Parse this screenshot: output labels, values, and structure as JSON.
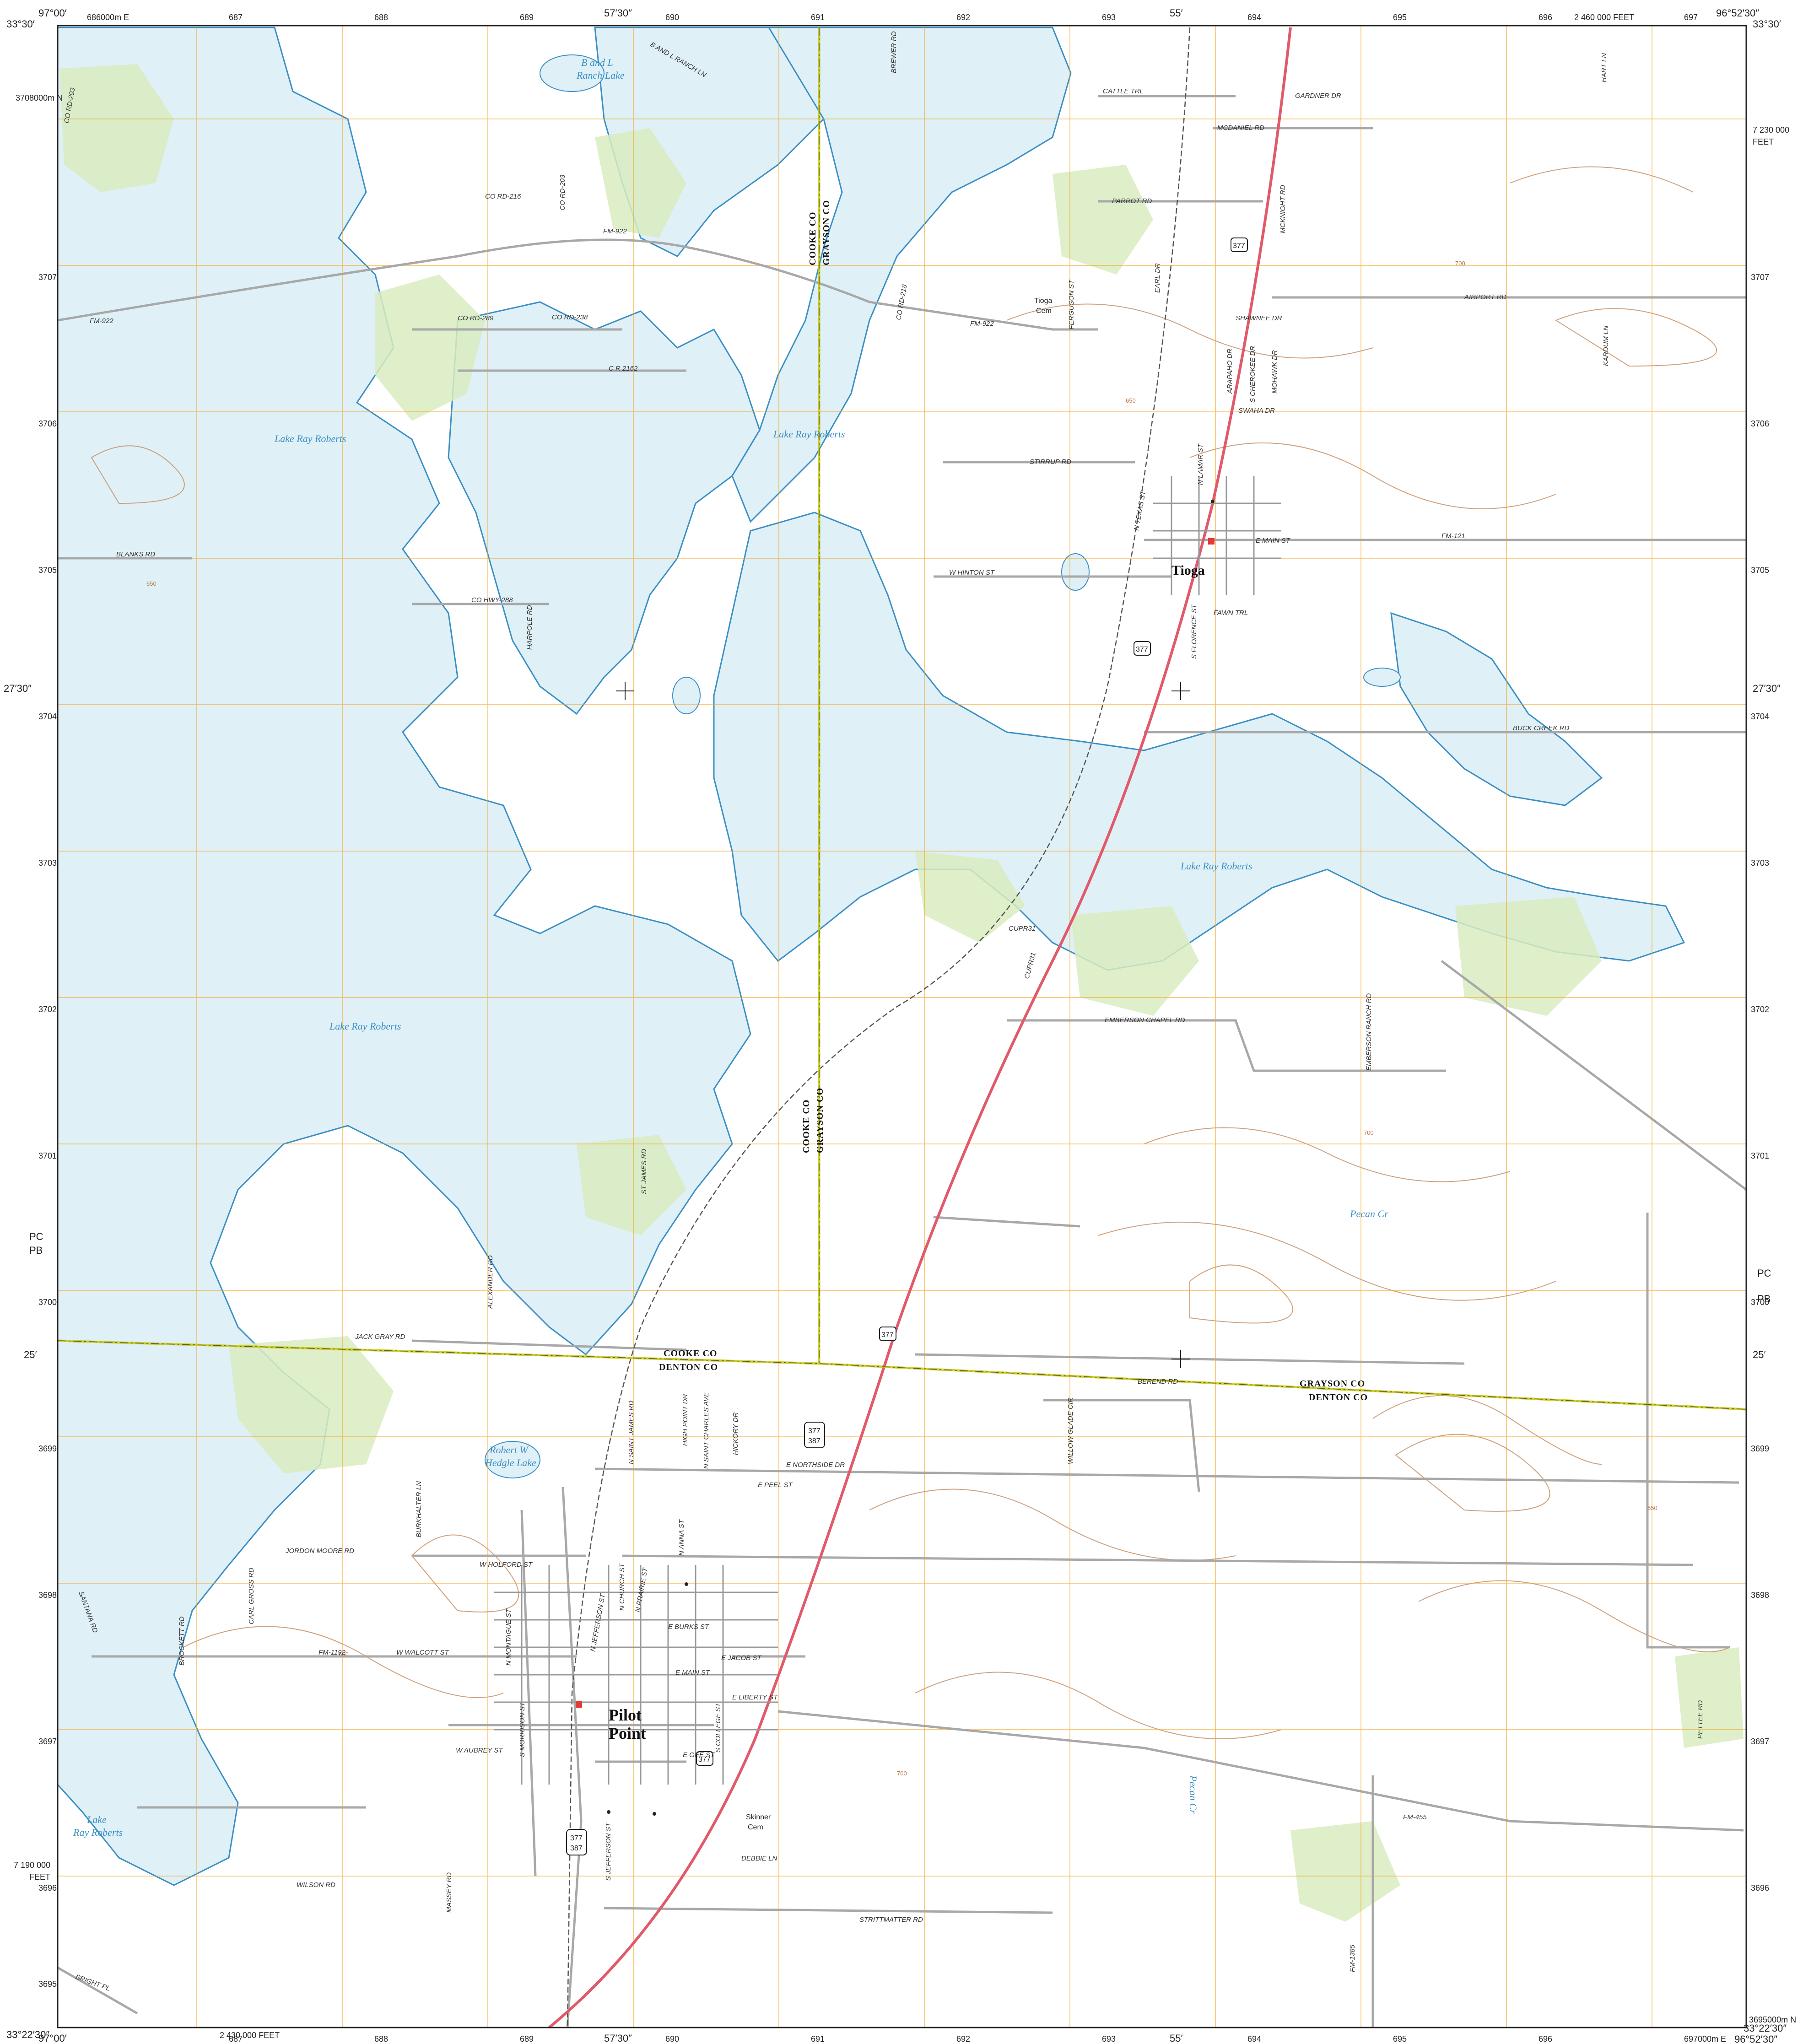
{
  "corners": {
    "top_left_lat": "33°30′",
    "top_left_lon": "97°00′",
    "top_right_lat": "33°30′",
    "top_right_lon": "96°52′30″",
    "bottom_left_lat": "33°22′30″",
    "bottom_left_lon": "97°00′",
    "bottom_right_lat": "33°22′30″",
    "bottom_right_lon": "96°52′30″",
    "mid_lon": "57′30″",
    "lon_55": "55′",
    "mid_lat": "27′30″",
    "lat_25": "25′"
  },
  "grid": {
    "top_easting_first": "686000m E",
    "top_eastings": [
      "687",
      "688",
      "689",
      "690",
      "691",
      "692",
      "693",
      "694",
      "695",
      "696",
      "697"
    ],
    "bottom_eastings": [
      "687",
      "688",
      "689",
      "690",
      "691",
      "692",
      "693",
      "694",
      "695",
      "696",
      "697000m E"
    ],
    "left_northings_first": "3708000m N",
    "left_northings": [
      "3707",
      "3706",
      "3705",
      "3704",
      "3703",
      "3702",
      "3701",
      "3700",
      "3699",
      "3698",
      "3697",
      "3696",
      "3695"
    ],
    "right_northings": [
      "3707",
      "3706",
      "3705",
      "3704",
      "3703",
      "3702",
      "3701",
      "3700",
      "3699",
      "3698",
      "3697",
      "3696"
    ],
    "bottom_right_northing": "3695000m N"
  },
  "state_plane": {
    "top_feet": "2 460 000 FEET",
    "right_feet_top": "7 230 000",
    "right_feet_unit": "FEET",
    "bottom_feet": "2 430 000 FEET",
    "left_feet": "7 190 000",
    "left_feet_unit": "FEET"
  },
  "zone_labels": {
    "pc": "PC",
    "pb": "PB"
  },
  "towns": {
    "tioga": "Tioga",
    "pilot_point_1": "Pilot",
    "pilot_point_2": "Point"
  },
  "water": {
    "lake_ray_roberts": "Lake Ray Roberts",
    "lake_left_1": "Lake",
    "lake_left_2": "Ray Roberts",
    "b_and_l_1": "B and L",
    "b_and_l_2": "Ranch Lake",
    "hedgle_1": "Robert W",
    "hedgle_2": "Hedgle Lake",
    "pecan_cr": "Pecan Cr"
  },
  "counties": {
    "cooke": "COOKE CO",
    "grayson": "GRAYSON CO",
    "denton": "DENTON CO"
  },
  "cemeteries": {
    "tioga_1": "Tioga",
    "tioga_2": "Cem",
    "skinner_1": "Skinner",
    "skinner_2": "Cem"
  },
  "routes": {
    "us377": "377",
    "us387": "387"
  },
  "contour_labels": [
    "650",
    "700",
    "650",
    "700",
    "650",
    "700",
    "650"
  ],
  "roads": {
    "b_and_l_ranch_ln": "B AND L RANCH LN",
    "brewer_rd": "BREWER RD",
    "cattle_trl": "CATTLE TRL",
    "gardner_dr": "GARDNER DR",
    "mcdaniel_rd": "MCDANIEL RD",
    "hart_ln": "HART LN",
    "co_rd_216": "CO RD-216",
    "co_rd_203": "CO RD-203",
    "parrot_rd": "PARROT RD",
    "mcknight_rd": "MCKNIGHT RD",
    "fm_922_a": "FM-922",
    "fm_922_b": "FM-922",
    "fm_922_c": "FM-922",
    "co_rd_289": "CO RD-289",
    "co_rd_238": "CO RD-238",
    "c_r_2162": "C R 2162",
    "ferguson_st": "FERGUSON ST",
    "earl_dr": "EARL DR",
    "airport_rd": "AIRPORT RD",
    "shawnee_dr": "SHAWNEE DR",
    "arapaho_dr": "ARAPAHO DR",
    "s_cherokee_dr": "S CHEROKEE DR",
    "mohawk_dr": "MOHAWK DR",
    "swaha_dr": "SWAHA DR",
    "kardum_ln": "KARDUM LN",
    "stirrup_rd": "STIRRUP RD",
    "n_lamar_st": "N LAMAR ST",
    "n_texas_st": "N TEXAS ST",
    "e_main_st_tioga": "E MAIN ST",
    "fm_121": "FM-121",
    "w_hinton_st": "W HINTON ST",
    "blanks_rd": "BLANKS RD",
    "co_hwy_288": "CO HWY-288",
    "harpole_rd": "HARPOLE RD",
    "fawn_trl": "FAWN TRL",
    "s_florence_st": "S FLORENCE ST",
    "buck_creek_rd": "BUCK CREEK RD",
    "cupr_31_a": "CUPR31",
    "cupr_31_b": "CUPR31",
    "emberson_chapel_rd": "EMBERSON CHAPEL RD",
    "emberson_ranch_rd": "EMBERSON RANCH RD",
    "st_james_rd": "ST JAMES RD",
    "alexander_rd": "ALEXANDER RD",
    "jack_gray_rd": "JACK GRAY RD",
    "berend_rd": "BEREND RD",
    "n_saint_james_rd": "N SAINT JAMES RD",
    "high_point_dr": "HIGH POINT DR",
    "n_saint_charles_ave": "N SAINT CHARLES AVE",
    "hickory_dr": "HICKORY DR",
    "e_northside_dr": "E NORTHSIDE DR",
    "e_peel_st": "E PEEL ST",
    "willow_glade_cir": "WILLOW GLADE CIR",
    "burkhalter_ln": "BURKHALTER LN",
    "jordon_moore_rd": "JORDON MOORE RD",
    "n_anna_st": "N ANNA ST",
    "w_holford_st": "W HOLFORD ST",
    "n_church_st": "N CHURCH ST",
    "n_jefferson_st": "N JEFFERSON ST",
    "n_prairie_st": "N PRAIRIE ST",
    "e_burks_st": "E BURKS ST",
    "fm_1192": "FM-1192",
    "w_walcott_st": "W WALCOTT ST",
    "n_montague_st": "N MONTAGUE ST",
    "e_main_st_pp": "E MAIN ST",
    "e_jacob_st": "E JACOB ST",
    "e_liberty_st": "E LIBERTY ST",
    "s_morrison_st": "S MORRISON ST",
    "s_jefferson_st": "S JEFFERSON ST",
    "s_college_st": "S COLLEGE ST",
    "e_gee_st": "E GEE ST",
    "w_aubrey_st": "W AUBREY ST",
    "fm_455": "FM-455",
    "pettee_rd": "PETTEE RD",
    "debbie_ln": "DEBBIE LN",
    "wilson_rd": "WILSON RD",
    "massey_rd": "MASSEY RD",
    "strittmatter_rd": "STRITTMATTER RD",
    "bright_pl": "BRIGHT PL",
    "fm_1385": "FM-1385",
    "brockett_rd": "BROCKETT RD",
    "carl_gross_rd": "CARL GROSS RD",
    "santana_rd": "SANTANA RD",
    "co_rd_218": "CO RD-218",
    "co_rd_203_b": "CO RD-203"
  },
  "colors": {
    "water": "#dff0f7",
    "shoreline": "#3a8fc4",
    "woodland": "#d9ecbf",
    "contour": "#c48a5c",
    "grid_orange": "#f5a623",
    "highway_red": "#e05a6a",
    "road_gray": "#a8a8a8",
    "county_line": "#c8c800"
  }
}
